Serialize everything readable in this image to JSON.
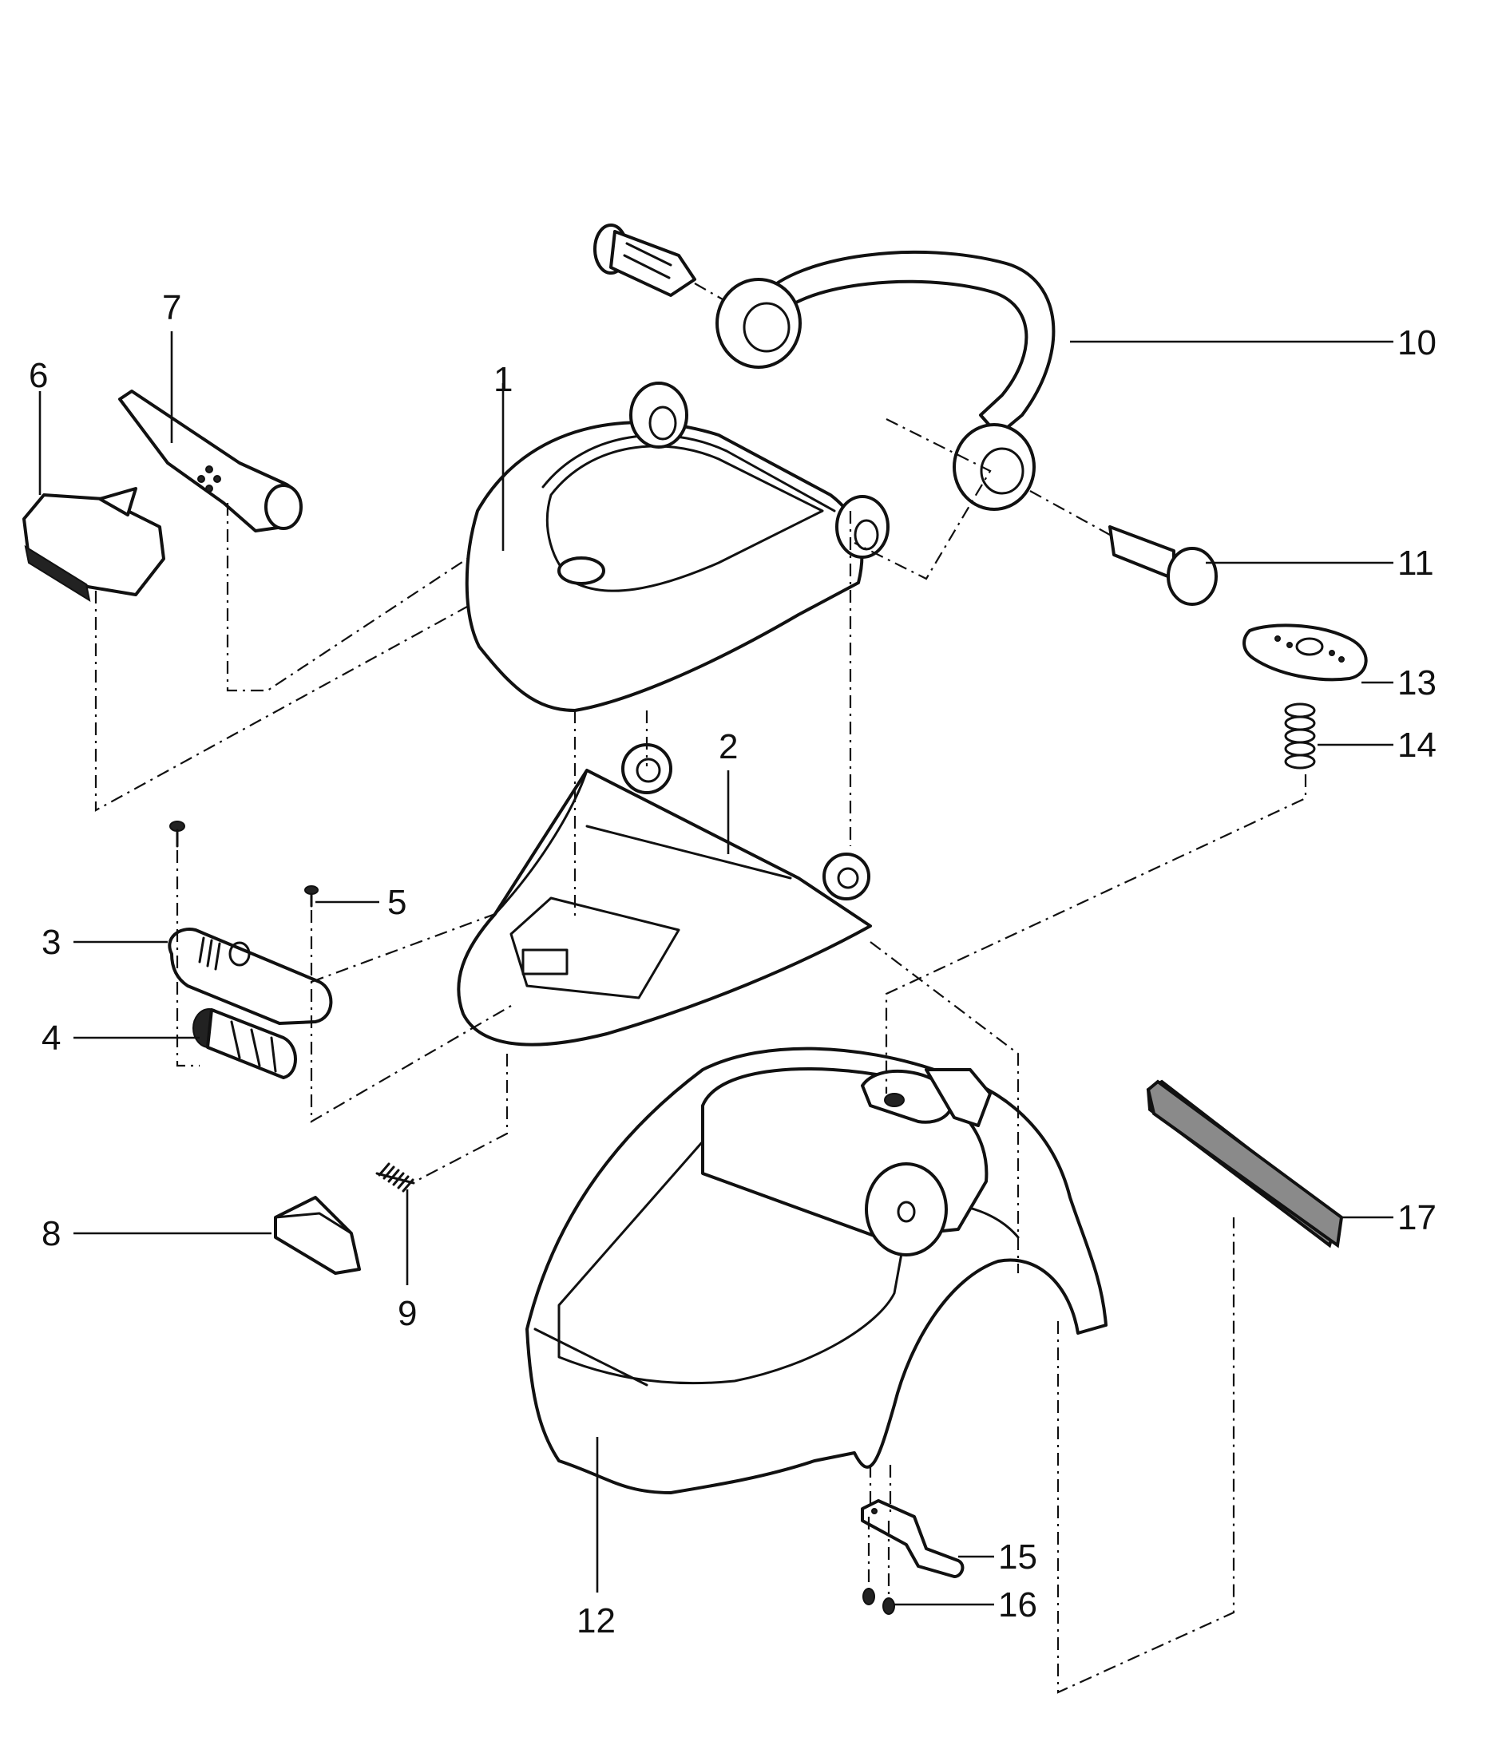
{
  "callouts": [
    {
      "id": "1",
      "label": "1"
    },
    {
      "id": "2",
      "label": "2"
    },
    {
      "id": "3",
      "label": "3"
    },
    {
      "id": "4",
      "label": "4"
    },
    {
      "id": "5",
      "label": "5"
    },
    {
      "id": "6",
      "label": "6"
    },
    {
      "id": "7",
      "label": "7"
    },
    {
      "id": "8",
      "label": "8"
    },
    {
      "id": "9",
      "label": "9"
    },
    {
      "id": "10",
      "label": "10"
    },
    {
      "id": "11",
      "label": "11"
    },
    {
      "id": "12",
      "label": "12"
    },
    {
      "id": "13",
      "label": "13"
    },
    {
      "id": "14",
      "label": "14"
    },
    {
      "id": "15",
      "label": "15"
    },
    {
      "id": "16",
      "label": "16"
    },
    {
      "id": "17",
      "label": "17"
    }
  ],
  "colors": {
    "ink": "#111111",
    "paper": "#ffffff",
    "filter": "#8a8a8a"
  }
}
